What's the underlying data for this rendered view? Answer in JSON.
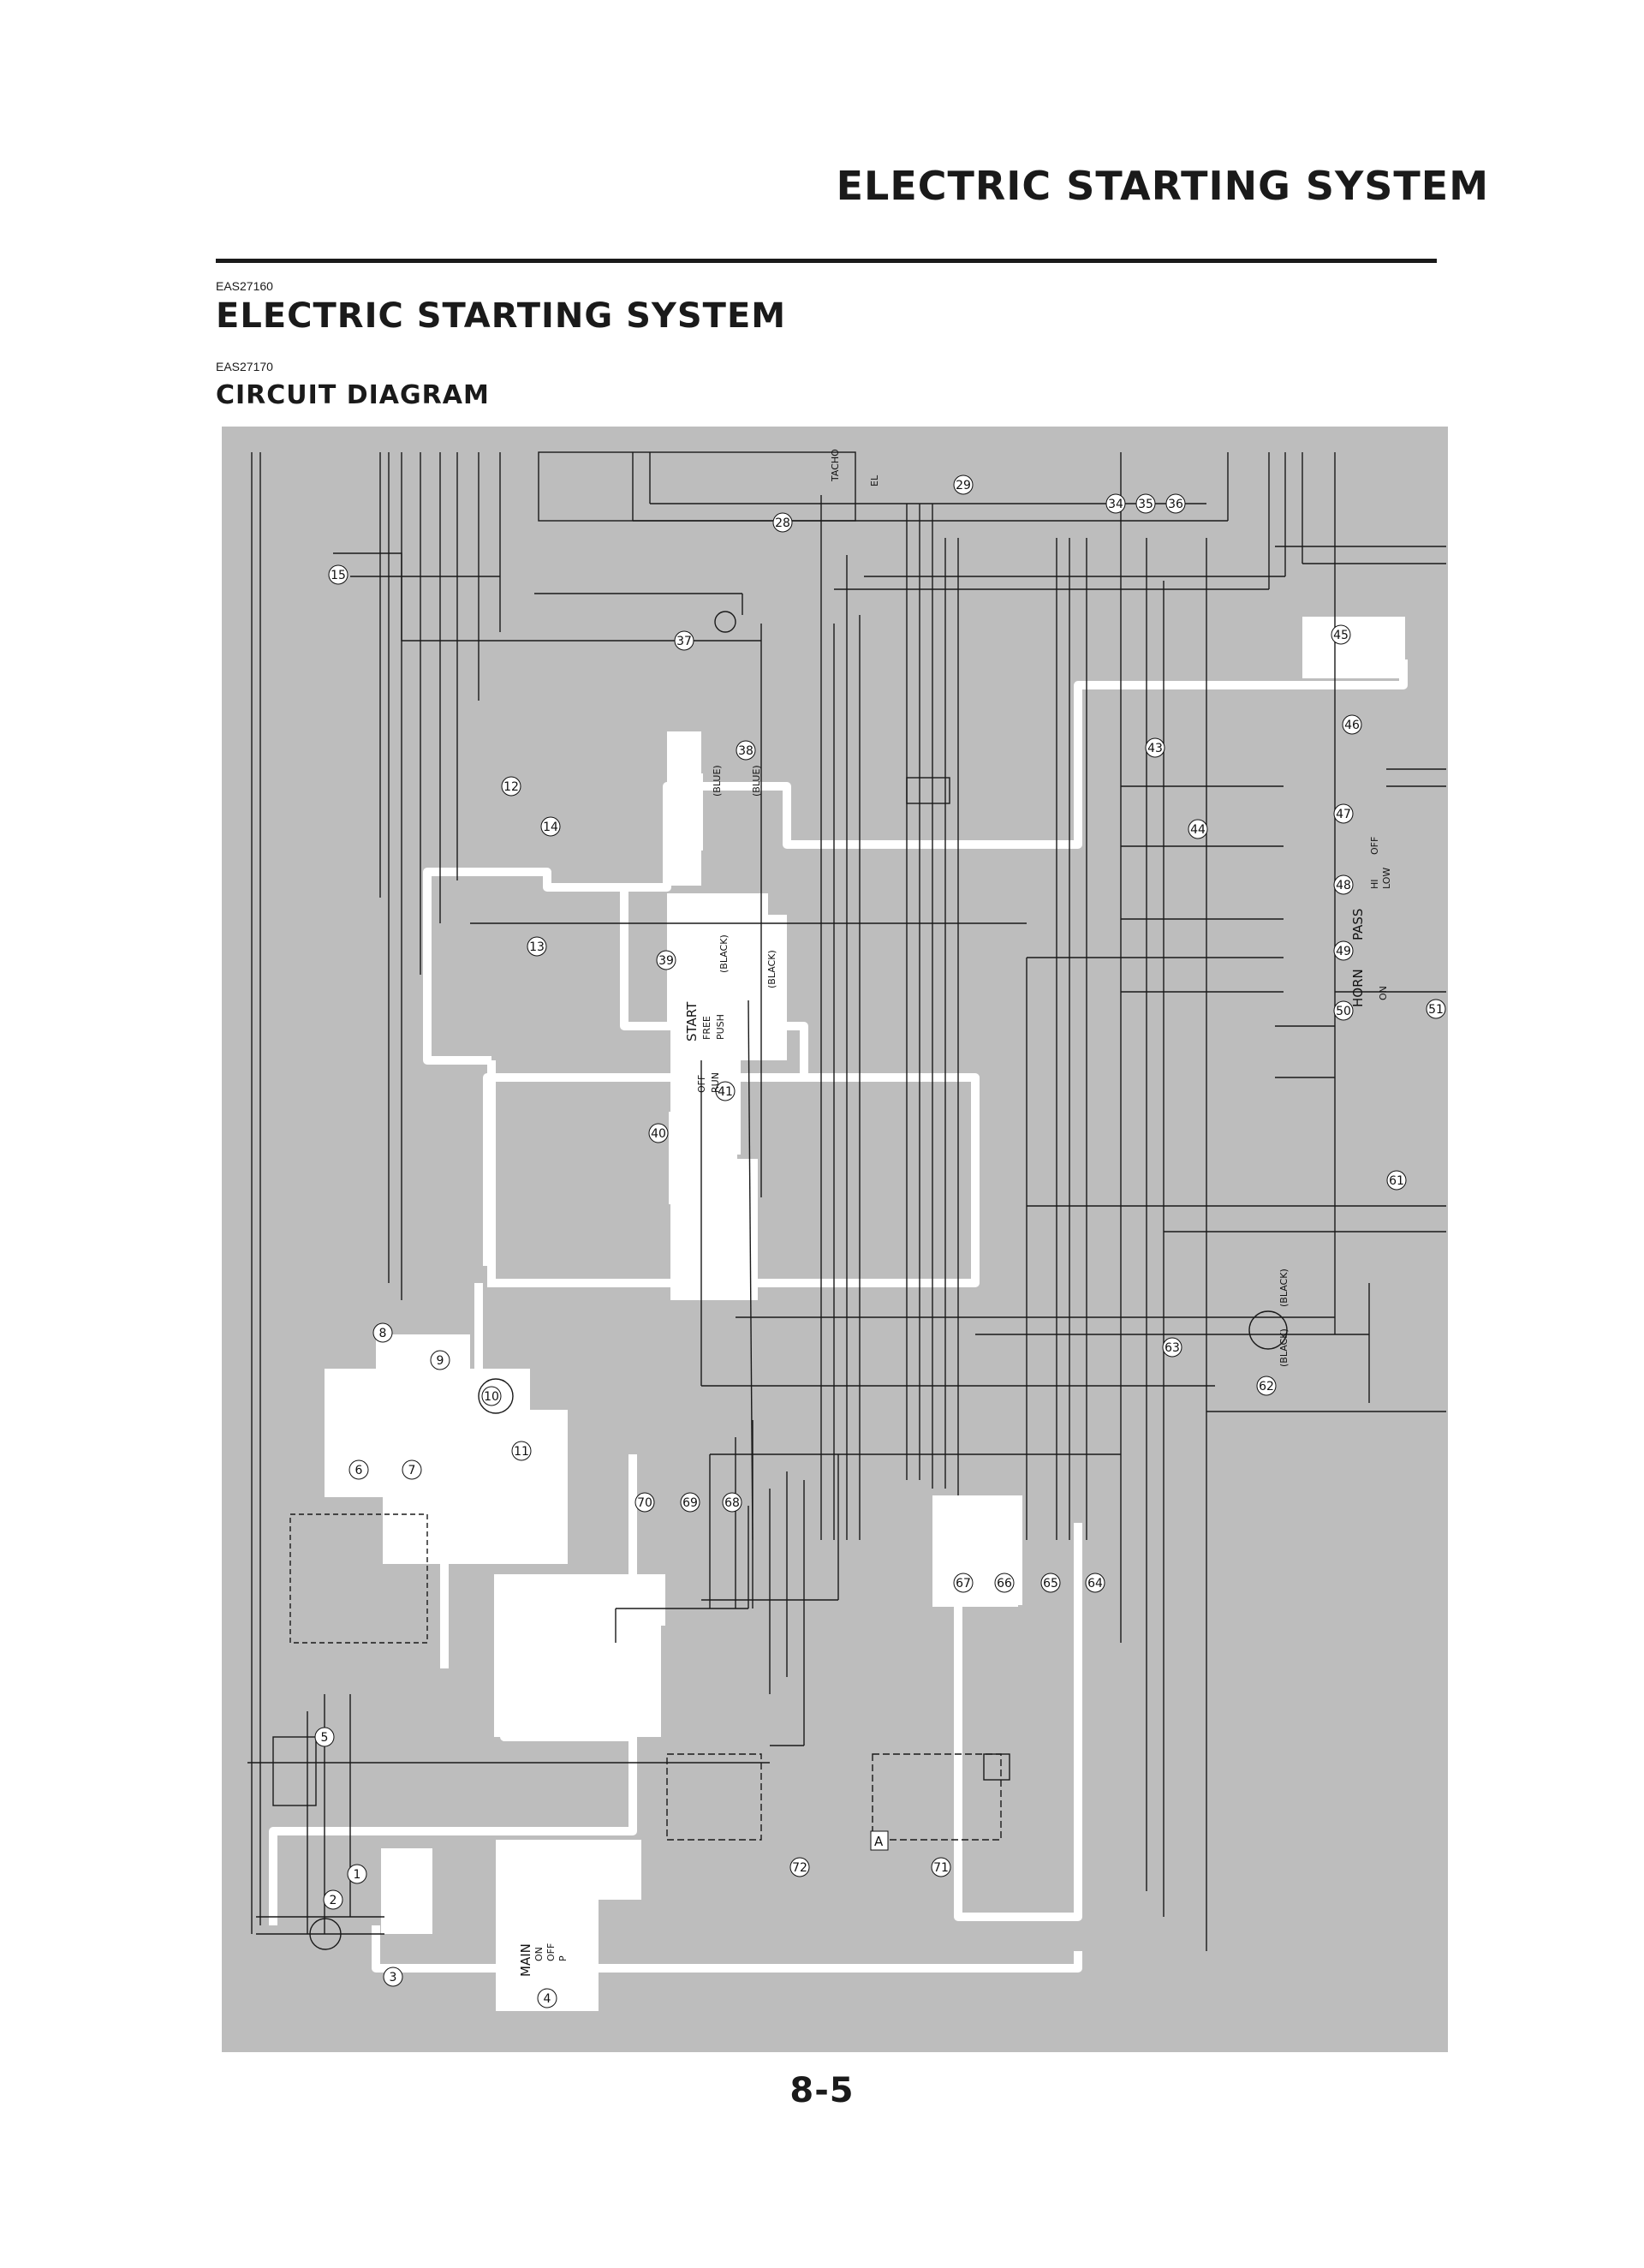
{
  "header": {
    "title": "ELECTRIC STARTING SYSTEM"
  },
  "section": {
    "code": "EAS27160",
    "title": "ELECTRIC STARTING SYSTEM"
  },
  "subsection": {
    "code": "EAS27170",
    "title": "CIRCUIT DIAGRAM"
  },
  "diagram": {
    "component_numbers": [
      "1",
      "2",
      "3",
      "4",
      "5",
      "6",
      "7",
      "8",
      "9",
      "10",
      "11",
      "12",
      "13",
      "14",
      "15",
      "28",
      "29",
      "34",
      "35",
      "36",
      "37",
      "38",
      "39",
      "40",
      "41",
      "43",
      "44",
      "45",
      "46",
      "47",
      "48",
      "49",
      "50",
      "51",
      "61",
      "62",
      "63",
      "64",
      "65",
      "66",
      "67",
      "68",
      "69",
      "70",
      "71",
      "72"
    ],
    "labels": {
      "start_switch": "START",
      "start_free": "FREE",
      "start_push": "PUSH",
      "engine_stop_off": "OFF",
      "engine_stop_run": "RUN",
      "main_switch": "MAIN",
      "main_on": "ON",
      "main_off": "OFF",
      "main_p": "P",
      "pass": "PASS",
      "horn": "HORN",
      "on": "ON",
      "off": "OFF",
      "hi": "HI",
      "low": "LOW",
      "blue_1": "(BLUE)",
      "blue_2": "(BLUE)",
      "black_1": "(BLACK)",
      "black_2": "(BLACK)",
      "black_3": "(BLACK)",
      "black_4": "(BLACK)",
      "tacho": "TACHO",
      "el": "EL",
      "box_a": "A"
    }
  },
  "page_number": "8-5"
}
